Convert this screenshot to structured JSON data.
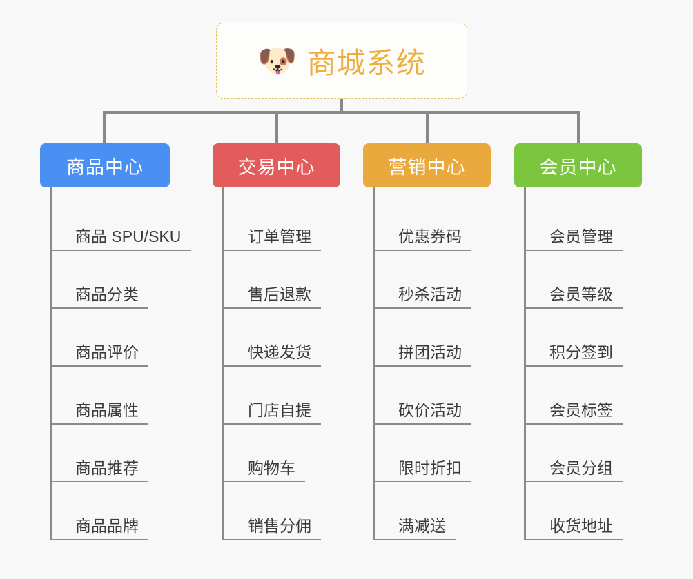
{
  "canvas": {
    "background": "#f8f8f8",
    "connector_color": "#888888"
  },
  "root": {
    "icon": "shiba-dog-face-emoji",
    "emoji": "🐶",
    "title": "商城系统",
    "border_color": "#e9bd62",
    "text_color": "#f0ad3e"
  },
  "columns": [
    {
      "id": "product-center",
      "title": "商品中心",
      "color": "#4a90f2",
      "items": [
        "商品 SPU/SKU",
        "商品分类",
        "商品评价",
        "商品属性",
        "商品推荐",
        "商品品牌"
      ]
    },
    {
      "id": "trade-center",
      "title": "交易中心",
      "color": "#e25c5c",
      "items": [
        "订单管理",
        "售后退款",
        "快递发货",
        "门店自提",
        "购物车",
        "销售分佣"
      ]
    },
    {
      "id": "marketing-center",
      "title": "营销中心",
      "color": "#eaa93c",
      "items": [
        "优惠券码",
        "秒杀活动",
        "拼团活动",
        "砍价活动",
        "限时折扣",
        "满减送"
      ]
    },
    {
      "id": "member-center",
      "title": "会员中心",
      "color": "#7cc63f",
      "items": [
        "会员管理",
        "会员等级",
        "积分签到",
        "会员标签",
        "会员分组",
        "收货地址"
      ]
    }
  ]
}
